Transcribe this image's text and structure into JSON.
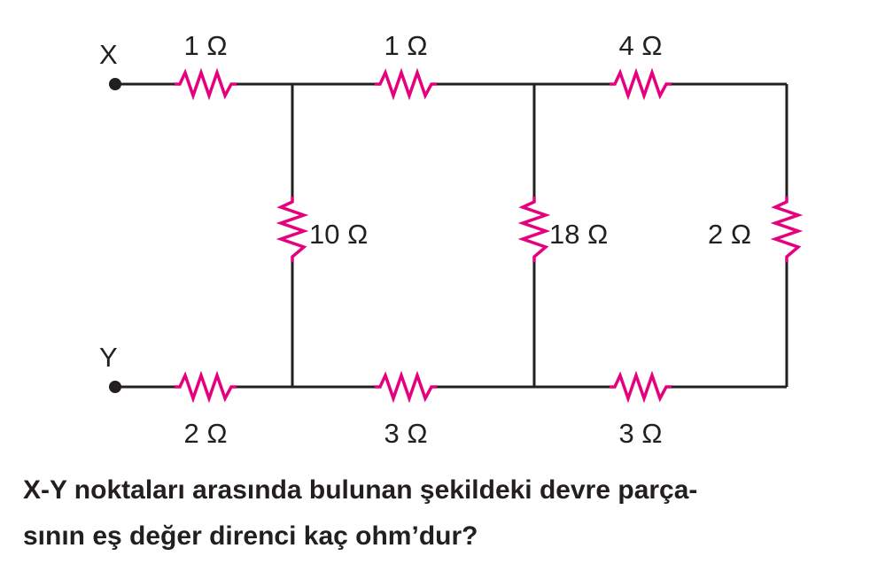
{
  "diagram": {
    "nodes": {
      "x": "X",
      "y": "Y"
    },
    "resistors": [
      {
        "id": "top-left",
        "label": "1 Ω"
      },
      {
        "id": "top-middle",
        "label": "1 Ω"
      },
      {
        "id": "top-right",
        "label": "4 Ω"
      },
      {
        "id": "vertical-left",
        "label": "10 Ω"
      },
      {
        "id": "vertical-middle",
        "label": "18 Ω"
      },
      {
        "id": "vertical-right",
        "label": "2 Ω"
      },
      {
        "id": "bottom-left",
        "label": "2 Ω"
      },
      {
        "id": "bottom-middle",
        "label": "3 Ω"
      },
      {
        "id": "bottom-right",
        "label": "3 Ω"
      }
    ],
    "colors": {
      "wire": "#231f20",
      "resistor": "#e6007e"
    }
  },
  "question": {
    "line1": "X-Y noktaları arasında bulunan şekildeki devre parça-",
    "line2": "sının eş değer direnci kaç ohm’dur?"
  }
}
